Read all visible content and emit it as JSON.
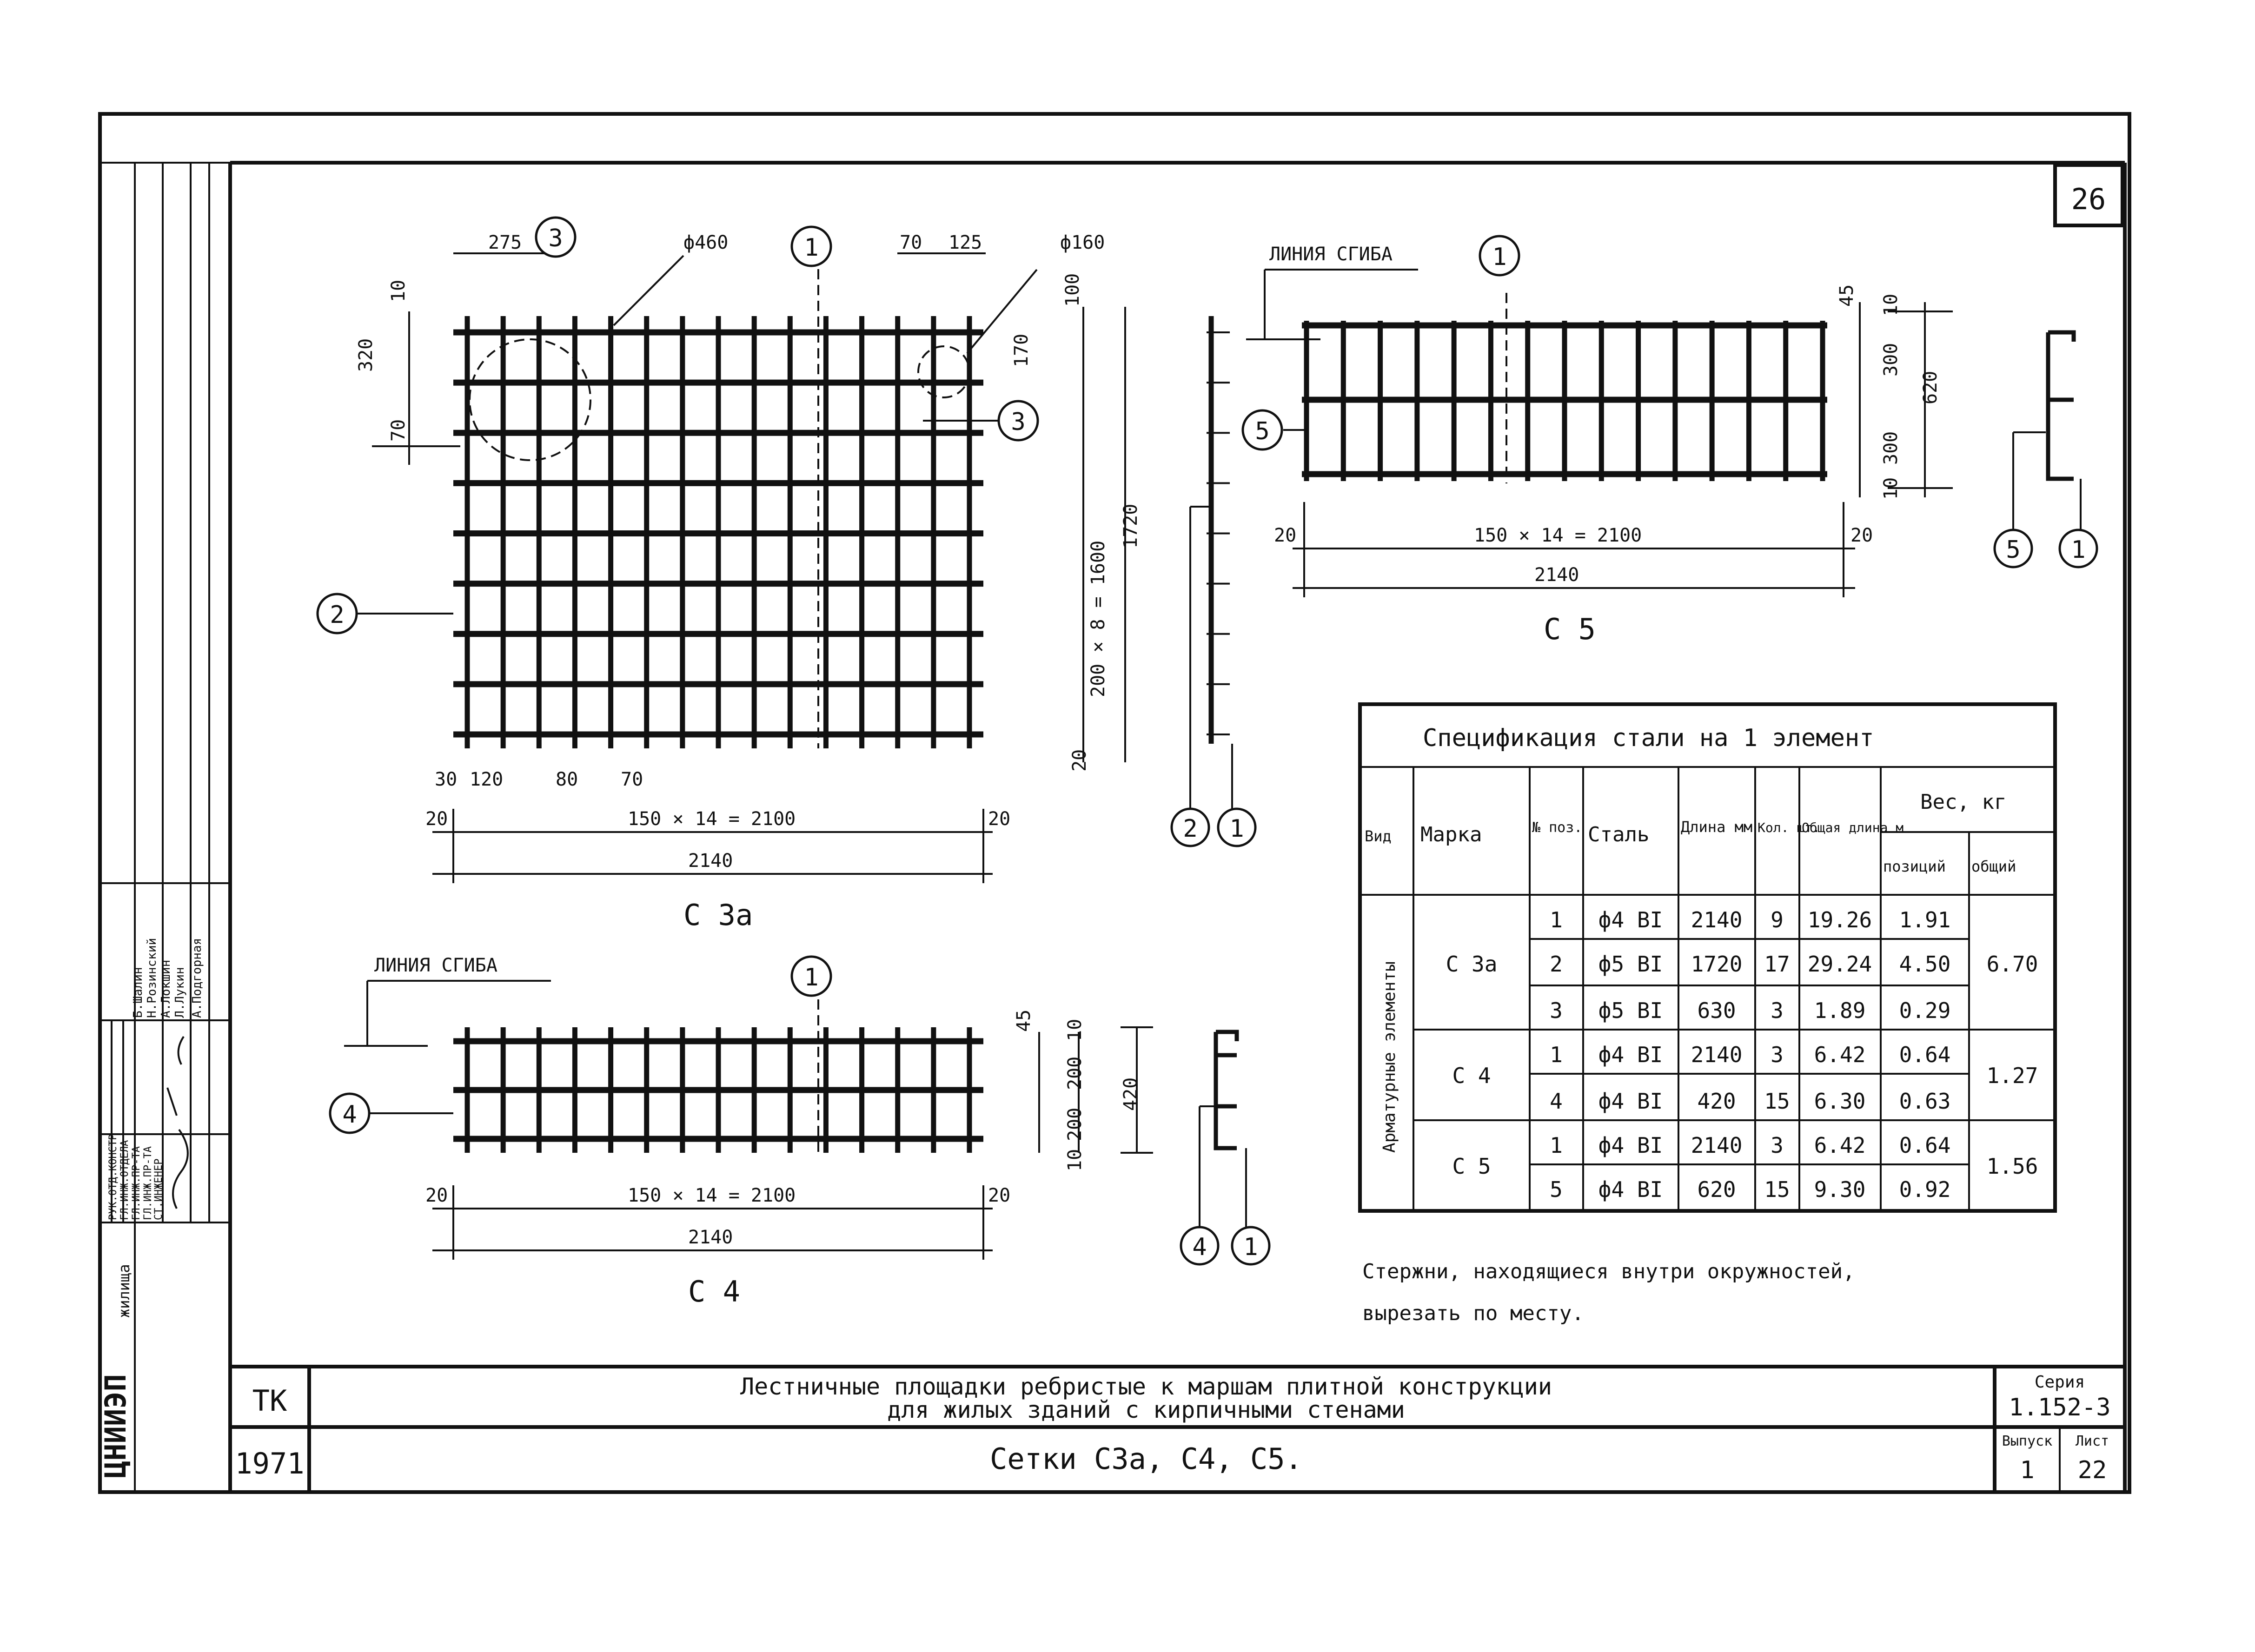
{
  "sheet_number": "26",
  "side_stamp": {
    "org": "ЦНИИЭП",
    "org_suffix": "жилища",
    "roles": [
      "РУК.ОТД.КОНСТР",
      "ГЛ.ИНЖ.ОТДЕЛА",
      "ГЛ.ИНЖ.ПР-ТА",
      "ГЛ.ИНЖ.ПР-ТА",
      "СТ.ИНЖЕНЕР"
    ],
    "names": [
      "Б.Шалин",
      "Н.Розинский",
      "А.Локшин",
      "Л.Лукин",
      "А.Подгорная"
    ]
  },
  "drawings": {
    "c3a": {
      "label": "С 3а",
      "dims": {
        "d275": "275",
        "d70a": "70",
        "d125": "125",
        "d460": "ф460",
        "d160": "ф160",
        "d10": "10",
        "d320": "320",
        "d70b": "70",
        "d100": "100",
        "d170": "170",
        "d1600": "200 × 8 = 1600",
        "d1720": "1720",
        "d20v": "20",
        "d30": "30",
        "d120": "120",
        "d80": "80",
        "d70c": "70",
        "d20l": "20",
        "d2100": "150 × 14 = 2100",
        "d20r": "20",
        "d2140": "2140"
      }
    },
    "c4": {
      "label": "С 4",
      "bend_line": "ЛИНИЯ СГИБА",
      "dims": {
        "d45": "45",
        "d10t": "10",
        "d200a": "200",
        "d200b": "200",
        "d10b": "10",
        "d420": "420",
        "d20l": "20",
        "d2100": "150 × 14 = 2100",
        "d20r": "20",
        "d2140": "2140"
      }
    },
    "c5": {
      "label": "С 5",
      "bend_line": "ЛИНИЯ СГИБА",
      "dims": {
        "d45": "45",
        "d10t": "10",
        "d300a": "300",
        "d300b": "300",
        "d10b": "10",
        "d620": "620",
        "d20l": "20",
        "d2100": "150 × 14 = 2100",
        "d20r": "20",
        "d2140": "2140"
      }
    },
    "bubbles": {
      "c3a_1": "1",
      "c3a_2": "2",
      "c3a_3a": "3",
      "c3a_3b": "3",
      "side_2": "2",
      "side_1": "1",
      "c4_1": "1",
      "c4_4": "4",
      "c4_side_4": "4",
      "c4_side_1": "1",
      "c5_1": "1",
      "c5_5": "5",
      "c5_side_5": "5",
      "c5_side_1": "1"
    }
  },
  "spec_table": {
    "title": "Спецификация стали на 1 элемент",
    "headers": {
      "vid": "Вид",
      "marka": "Марка",
      "pos": "№ поз.",
      "stal": "Сталь",
      "dlina": "Длина мм",
      "kol": "Кол. шт.",
      "obsh_dlina": "Общая длина м",
      "ves": "Вес, кг",
      "ves_pos": "позиций",
      "ves_obsh": "общий"
    },
    "group_label": "Арматурные элементы",
    "groups": [
      {
        "marka": "С 3а",
        "total": "6.70",
        "rows": [
          {
            "pos": "1",
            "stal": "ф4 ВI",
            "dlina": "2140",
            "kol": "9",
            "obsh": "19.26",
            "ves": "1.91"
          },
          {
            "pos": "2",
            "stal": "ф5 ВI",
            "dlina": "1720",
            "kol": "17",
            "obsh": "29.24",
            "ves": "4.50"
          },
          {
            "pos": "3",
            "stal": "ф5 ВI",
            "dlina": "630",
            "kol": "3",
            "obsh": "1.89",
            "ves": "0.29"
          }
        ]
      },
      {
        "marka": "С 4",
        "total": "1.27",
        "rows": [
          {
            "pos": "1",
            "stal": "ф4 ВI",
            "dlina": "2140",
            "kol": "3",
            "obsh": "6.42",
            "ves": "0.64"
          },
          {
            "pos": "4",
            "stal": "ф4 ВI",
            "dlina": "420",
            "kol": "15",
            "obsh": "6.30",
            "ves": "0.63"
          }
        ]
      },
      {
        "marka": "С 5",
        "total": "1.56",
        "rows": [
          {
            "pos": "1",
            "stal": "ф4 ВI",
            "dlina": "2140",
            "kol": "3",
            "obsh": "6.42",
            "ves": "0.64"
          },
          {
            "pos": "5",
            "stal": "ф4 ВI",
            "dlina": "620",
            "kol": "15",
            "obsh": "9.30",
            "ves": "0.92"
          }
        ]
      }
    ]
  },
  "note": {
    "line1": "Стержни, находящиеся внутри окружностей,",
    "line2": "вырезать по месту."
  },
  "title_block": {
    "tk": "ТК",
    "year": "1971",
    "title_line1": "Лестничные площадки ребристые к маршам плитной конструкции",
    "title_line2": "для жилых зданий с кирпичными стенами",
    "subtitle": "Сетки С3а, С4, С5.",
    "seria_label": "Серия",
    "seria_value": "1.152-3",
    "vypusk_label": "Выпуск",
    "vypusk_value": "1",
    "list_label": "Лист",
    "list_value": "22"
  }
}
